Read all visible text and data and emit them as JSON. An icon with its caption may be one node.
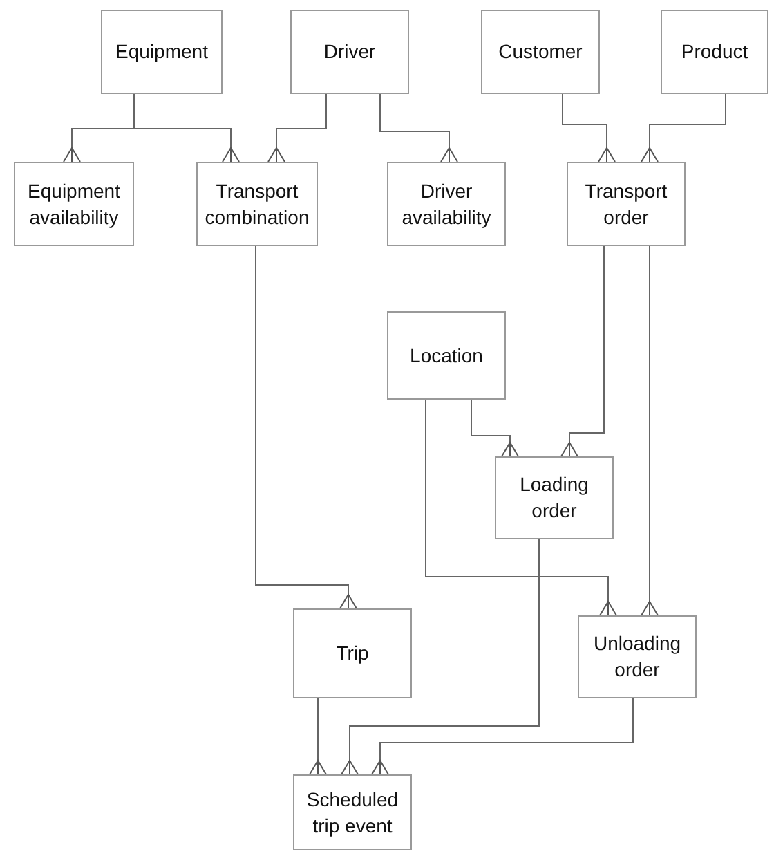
{
  "diagram": {
    "nodes": [
      {
        "text": [
          "Equipment"
        ]
      },
      {
        "text": [
          "Driver"
        ]
      },
      {
        "text": [
          "Customer"
        ]
      },
      {
        "text": [
          "Product"
        ]
      },
      {
        "text": [
          "Equipment availability"
        ]
      },
      {
        "text": [
          "Transport combination"
        ]
      },
      {
        "text": [
          "Driver availability"
        ]
      },
      {
        "text": [
          "Transport order"
        ]
      },
      {
        "text": [
          "Location"
        ]
      },
      {
        "text": [
          "Loading order"
        ]
      },
      {
        "text": [
          "Trip"
        ]
      },
      {
        "text": [
          "Unloading order"
        ]
      },
      {
        "text": [
          "Scheduled trip event"
        ]
      }
    ],
    "edges": [
      {
        "from": 0,
        "to": 4,
        "arrow": "other"
      },
      {
        "from": 0,
        "to": 5,
        "arrow": "other"
      },
      {
        "from": 1,
        "to": 5,
        "arrow": "other"
      },
      {
        "from": 1,
        "to": 6,
        "arrow": "other"
      },
      {
        "from": 2,
        "to": 7,
        "arrow": "other"
      },
      {
        "from": 3,
        "to": 7,
        "arrow": "other"
      },
      {
        "from": 5,
        "to": 10,
        "arrow": "other"
      },
      {
        "from": 8,
        "to": 9,
        "arrow": "other"
      },
      {
        "from": 7,
        "to": 9,
        "arrow": "other"
      },
      {
        "from": 8,
        "to": 11,
        "arrow": "other"
      },
      {
        "from": 7,
        "to": 11,
        "arrow": "other"
      },
      {
        "from": 10,
        "to": 12,
        "arrow": "other"
      },
      {
        "from": 9,
        "to": 12,
        "arrow": "other"
      },
      {
        "from": 11,
        "to": 12,
        "arrow": "other"
      }
    ]
  }
}
